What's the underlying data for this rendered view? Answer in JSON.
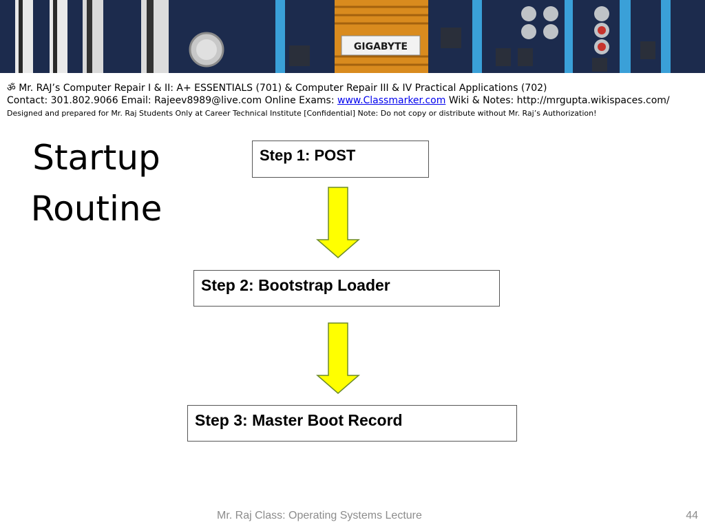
{
  "banner": {
    "brand": "GIGABYTE"
  },
  "header": {
    "line1": "ॐ Mr. RAJ’s Computer Repair I & II: A+ ESSENTIALS  (701) & Computer Repair III & IV Practical Applications (702)",
    "line2_prefix": "Contact: 301.802.9066 Email: Rajeev8989@live.com Online Exams: ",
    "line2_link": "www.Classmarker.com",
    "line2_suffix": "   Wiki & Notes: http://mrgupta.wikispaces.com/",
    "line3": "Designed and prepared for Mr. Raj Students Only at Career Technical Institute [Confidential] Note: Do not copy or distribute without Mr. Raj’s Authorization!"
  },
  "title": {
    "line1": "Startup",
    "line2": "Routine"
  },
  "steps": [
    {
      "label": "Step 1: POST"
    },
    {
      "label": "Step 2: Bootstrap Loader"
    },
    {
      "label": "Step 3: Master Boot Record"
    }
  ],
  "colors": {
    "arrow_fill": "#ffff00",
    "arrow_stroke": "#6b8a2a"
  },
  "footer": {
    "text": "Mr. Raj Class: Operating Systems Lecture",
    "page_number": "44"
  }
}
